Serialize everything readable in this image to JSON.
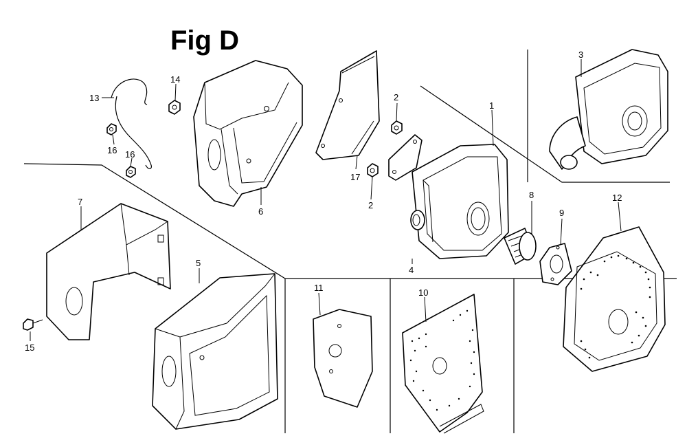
{
  "title": "Fig D",
  "callouts": {
    "c1": "1",
    "c2a": "2",
    "c2b": "2",
    "c3": "3",
    "c4": "4",
    "c5": "5",
    "c6": "6",
    "c7": "7",
    "c8": "8",
    "c9": "9",
    "c10": "10",
    "c11": "11",
    "c12": "12",
    "c13": "13",
    "c14": "14",
    "c15": "15",
    "c16a": "16",
    "c16b": "16",
    "c17": "17"
  }
}
